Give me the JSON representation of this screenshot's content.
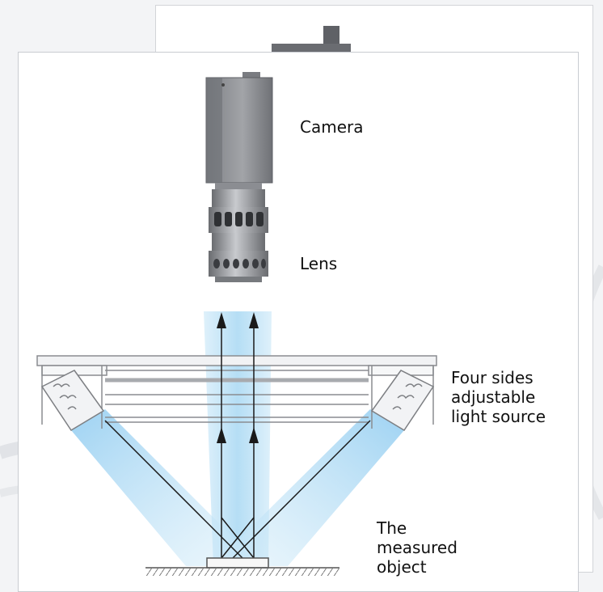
{
  "labels": {
    "camera": "Camera",
    "lens": "Lens",
    "light_source_lines": [
      "Four sides",
      "adjustable",
      "light source"
    ],
    "object_lines": [
      "The",
      "measured",
      "object"
    ]
  },
  "colors": {
    "beam": "#9fd3f0",
    "camera_body": "#8e8f94",
    "lens_metal": "#a7a9ae",
    "frame_line": "#8a8c90"
  }
}
